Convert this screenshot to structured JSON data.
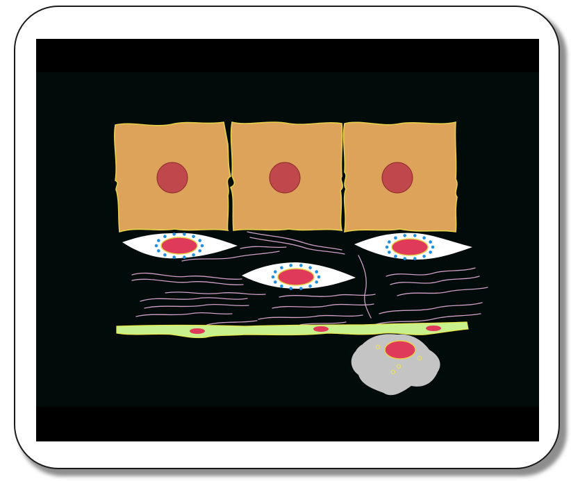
{
  "colors": {
    "background": "#010b0a",
    "band": "#000000",
    "epithelial_cell": "#dea35a",
    "epithelial_outline": "#e8d24a",
    "epithelial_nucleus": "#c0474b",
    "fibroblast_cytoplasm": "#ffffff",
    "fibroblast_nucleus": "#e03a5a",
    "granule_dots": "#1f8fe0",
    "collagen_fibers": "#cfa0c8",
    "basement_strip": "#c8f08c",
    "basement_nucleus": "#e03a5a",
    "round_cell_body": "#c4c4c4",
    "round_cell_nucleus": "#e03a5a",
    "round_cell_granules": "#f0e060"
  },
  "diagram": {
    "epithelial_cells": 3,
    "fibroblasts": 3,
    "basement_nuclei": 3,
    "round_cells": 1
  }
}
